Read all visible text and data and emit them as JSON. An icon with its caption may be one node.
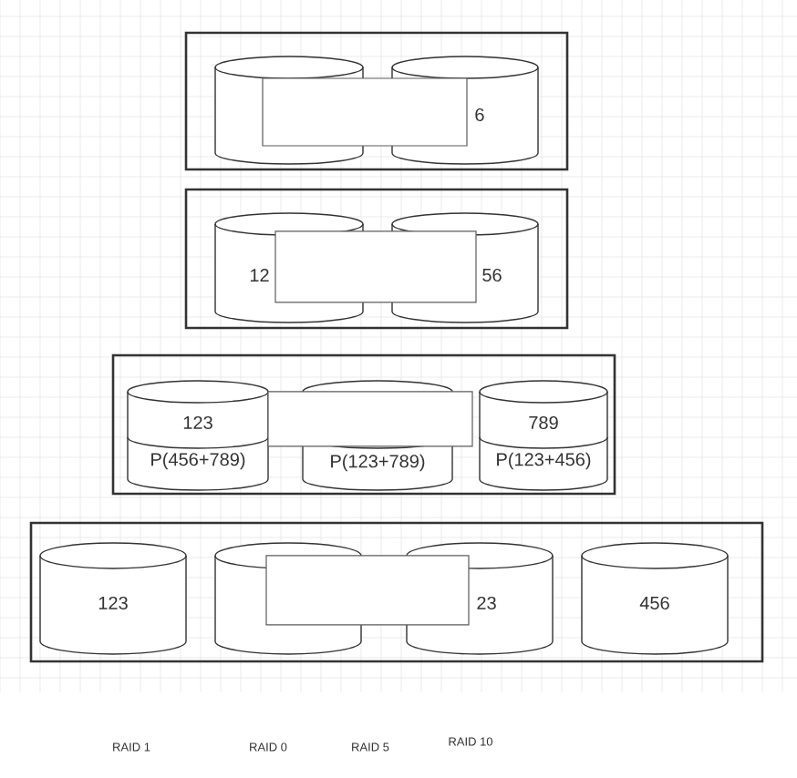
{
  "diagram": {
    "nodes": [
      {
        "text": [],
        "shape": "box"
      },
      {
        "text": [],
        "shape": "cylinder",
        "in": 0
      },
      {
        "text": [
          "6"
        ],
        "in": 0
      },
      {
        "text": [],
        "shape": "box",
        "in": 0
      },
      {
        "text": [],
        "shape": "box"
      },
      {
        "text": [
          "12"
        ],
        "in": 4
      },
      {
        "text": [
          "56"
        ],
        "in": 4
      },
      {
        "text": [],
        "shape": "box",
        "in": 4
      },
      {
        "text": [],
        "shape": "box"
      },
      {
        "text": [
          "123",
          "P(456+789)"
        ],
        "in": 8
      },
      {
        "text": [
          "P(123+789)"
        ],
        "in": 8
      },
      {
        "text": [
          "789",
          "P(123+456)"
        ],
        "in": 8
      },
      {
        "text": [],
        "shape": "box",
        "in": 8
      },
      {
        "text": [],
        "shape": "box"
      },
      {
        "text": [
          "123"
        ],
        "in": 13
      },
      {
        "text": [],
        "shape": "cylinder",
        "in": 13
      },
      {
        "text": [
          "23"
        ],
        "in": 13
      },
      {
        "text": [
          "456"
        ],
        "in": 13
      },
      {
        "text": [],
        "shape": "box",
        "in": 13
      }
    ],
    "labels": [
      "RAID 1",
      "RAID 0",
      "RAID 5",
      "RAID 10"
    ]
  }
}
